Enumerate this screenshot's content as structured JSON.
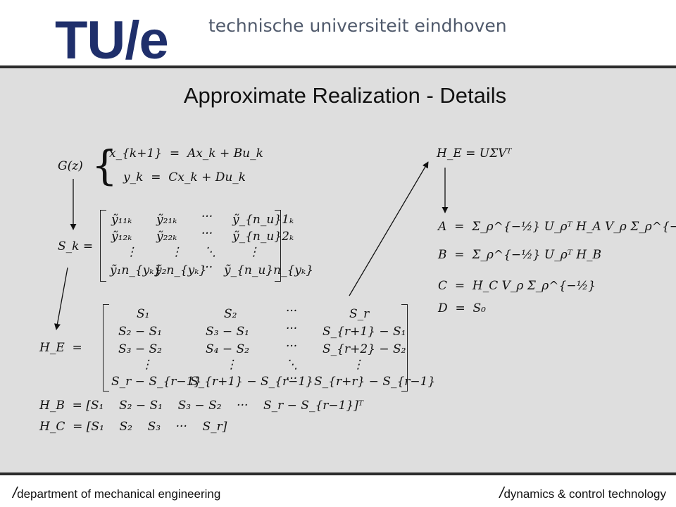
{
  "header": {
    "logo": {
      "tu": "TU",
      "slash": "/",
      "e": "e"
    },
    "university": "technische universiteit eindhoven"
  },
  "slide": {
    "title": "Approximate Realization - Details"
  },
  "equations": {
    "gz": {
      "lhs": "G(z)",
      "row1": "x_{k+1}  =  Ax_k + Bu_k",
      "row2": "y_k  =  Cx_k + Du_k"
    },
    "sk": {
      "lhs": "S_k =",
      "rows": [
        [
          "ỹ₁₁ₖ",
          "ỹ₂₁ₖ",
          "···",
          "ỹ_{n_u}1ₖ"
        ],
        [
          "ỹ₁₂ₖ",
          "ỹ₂₂ₖ",
          "···",
          "ỹ_{n_u}2ₖ"
        ],
        [
          "⋮",
          "⋮",
          "⋱",
          "⋮"
        ],
        [
          "ỹ₁n_{yₖ}",
          "ỹ₂n_{yₖ}",
          "···",
          "ỹ_{n_u}n_{yₖ}"
        ]
      ]
    },
    "he": {
      "lhs": "H_E  =",
      "rows": [
        [
          "S₁",
          "S₂",
          "···",
          "S_r"
        ],
        [
          "S₂ − S₁",
          "S₃ − S₁",
          "···",
          "S_{r+1} − S₁"
        ],
        [
          "S₃ − S₂",
          "S₄ − S₂",
          "···",
          "S_{r+2} − S₂"
        ],
        [
          "⋮",
          "⋮",
          "⋱",
          "⋮"
        ],
        [
          "S_r − S_{r−1}",
          "S_{r+1} − S_{r−1}",
          "···",
          "S_{r+r} − S_{r−1}"
        ]
      ]
    },
    "hb": "H_B  = [S₁    S₂ − S₁    S₃ − S₂    ···    S_r − S_{r−1}]ᵀ",
    "hc": "H_C  = [S₁    S₂    S₃    ···    S_r]",
    "svd": "H_E = UΣVᵀ",
    "a": "A  =  Σ_ρ^{−½} U_ρᵀ H_A V_ρ Σ_ρ^{−½}",
    "b": "B  =  Σ_ρ^{−½} U_ρᵀ H_B",
    "c": "C  =  H_C V_ρ Σ_ρ^{−½}",
    "d": "D  =  S₀"
  },
  "footer": {
    "left": "department of mechanical engineering",
    "right": "dynamics & control technology",
    "slash": "/"
  }
}
